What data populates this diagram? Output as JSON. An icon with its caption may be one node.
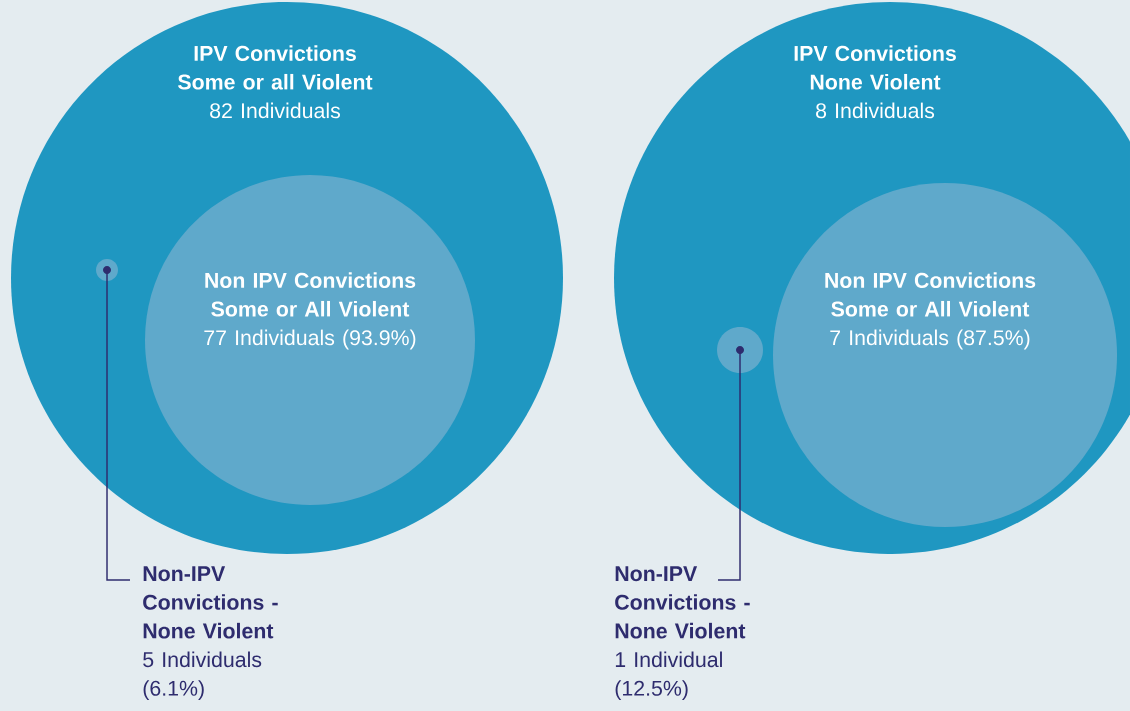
{
  "diagram": {
    "nodes": [
      {
        "text": [
          "IPV Convictions Some or all Violent",
          "82 Individuals"
        ]
      },
      {
        "text": [
          "Non IPV Convictions Some or All Violent",
          "77 Individuals (93.9%)"
        ],
        "in": 0
      },
      {
        "text": [],
        "shape": "circle",
        "in": 0
      },
      {
        "text": [
          "Non-IPV Convictions - None Violent",
          "5 Individuals (6.1%)"
        ]
      },
      {
        "text": [
          "IPV Convictions None Violent",
          "8 Individuals"
        ]
      },
      {
        "text": [
          "Non IPV Convictions Some or All Violent",
          "7 Individuals (87.5%)"
        ],
        "in": 4
      },
      {
        "text": [],
        "shape": "circle",
        "in": 4
      },
      {
        "text": [
          "Non-IPV Convictions - None Violent",
          "1 Individual (12.5%)"
        ]
      }
    ],
    "edges": [
      {
        "from": 3,
        "to": 2,
        "arrow": "none"
      },
      {
        "from": 7,
        "to": 6,
        "arrow": "none"
      }
    ]
  }
}
